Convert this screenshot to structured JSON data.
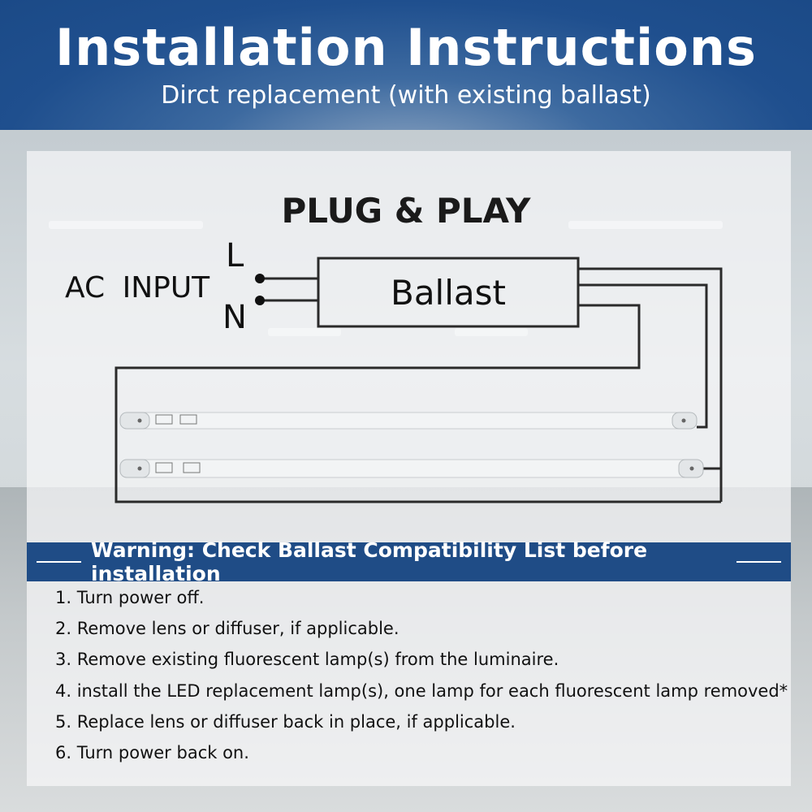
{
  "header": {
    "title": "Installation Instructions",
    "subtitle": "Dirct replacement (with existing ballast)"
  },
  "diagram": {
    "heading": "PLUG & PLAY",
    "ac_input_label": "AC  INPUT",
    "line_label": "L",
    "neutral_label": "N",
    "ballast_label": "Ballast",
    "tube_count": 2
  },
  "warning": {
    "text": "Warning: Check Ballast Compatibility List before installation"
  },
  "steps": [
    "1. Turn power off.",
    "2. Remove lens or diffuser, if applicable.",
    "3. Remove existing fluorescent lamp(s) from the luminaire.",
    "4. install the LED replacement lamp(s), one lamp for each fluorescent lamp removed*",
    "5. Replace lens or diffuser back in place, if applicable.",
    "6. Turn power back on."
  ],
  "colors": {
    "header_blue": "#1f4f8e",
    "warning_blue": "#1f4c86",
    "wire": "#2a2a2a",
    "tube": "#f2f4f5"
  }
}
